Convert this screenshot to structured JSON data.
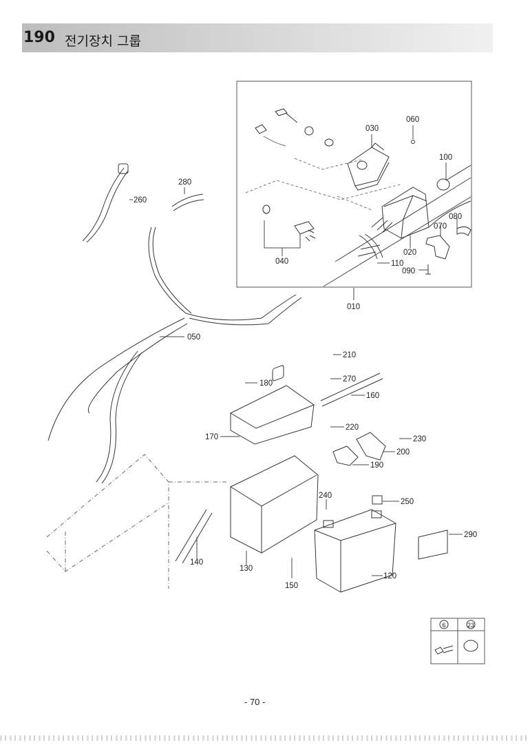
{
  "header": {
    "section_number": "190",
    "section_title": "전기장치 그룹"
  },
  "part_labels": {
    "p010": "010",
    "p020": "020",
    "p030": "030",
    "p040": "040",
    "p050": "050",
    "p060": "060",
    "p070": "070",
    "p080": "080",
    "p090": "090",
    "p100": "100",
    "p110": "110",
    "p120": "120",
    "p130": "130",
    "p140": "140",
    "p150": "150",
    "p160": "160",
    "p170": "170",
    "p180": "180",
    "p190": "190",
    "p200": "200",
    "p210": "210",
    "p220": "220",
    "p230": "230",
    "p240": "240",
    "p250": "250",
    "p260": "260",
    "p270": "270",
    "p280": "280",
    "p290": "290"
  },
  "legend": {
    "left_code": "6",
    "right_code": "23"
  },
  "page_number": "- 70 -"
}
